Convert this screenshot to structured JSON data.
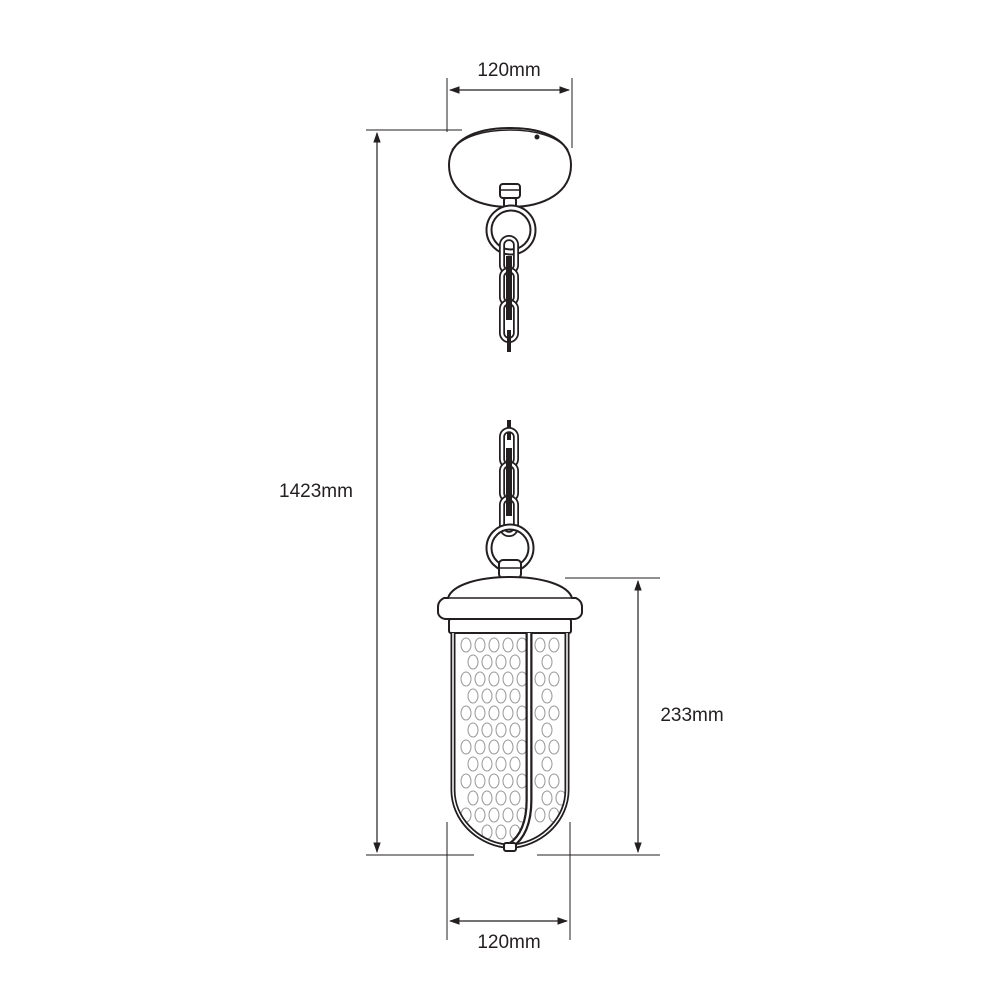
{
  "dimensions": {
    "canopy_width": "120mm",
    "overall_height": "1423mm",
    "lantern_height": "233mm",
    "lantern_width": "120mm"
  },
  "colors": {
    "ink": "#231f20",
    "glass_pattern": "#9a9a9a",
    "background": "#ffffff"
  }
}
